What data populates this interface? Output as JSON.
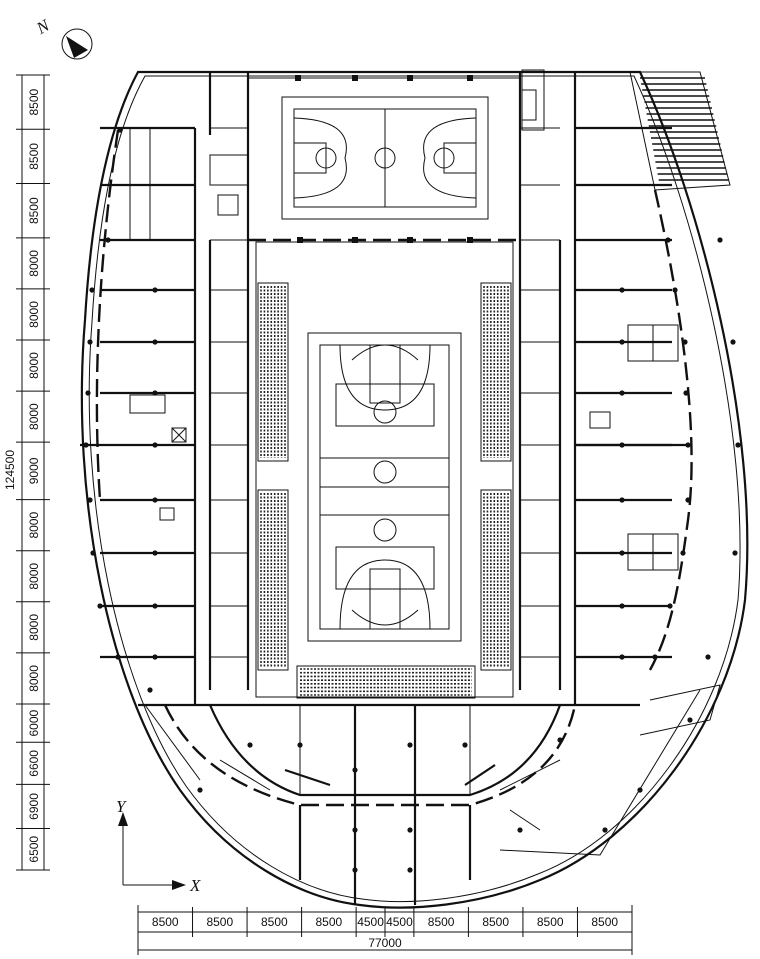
{
  "compass": {
    "label": "N",
    "icon": "north-arrow-icon"
  },
  "axes": {
    "x_label": "X",
    "y_label": "Y"
  },
  "left_dimensions": {
    "total": "124500",
    "segments": [
      "8500",
      "8500",
      "8500",
      "8000",
      "8000",
      "8000",
      "8000",
      "9000",
      "8000",
      "8000",
      "8000",
      "8000",
      "6000",
      "6600",
      "6900",
      "6500"
    ]
  },
  "bottom_dimensions": {
    "total": "77000",
    "segments": [
      "8500",
      "8500",
      "8500",
      "8500",
      "4500",
      "4500",
      "8500",
      "8500",
      "8500",
      "8500"
    ]
  },
  "colors": {
    "ink": "#111111",
    "background": "#ffffff"
  }
}
